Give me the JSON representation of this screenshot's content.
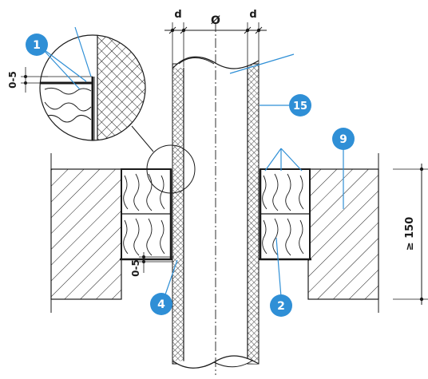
{
  "dimensions": {
    "wall_thickness_left": "d",
    "pipe_diameter": "Ø",
    "wall_thickness_right": "d",
    "gap_detail": "0-5",
    "gap_lower": "0-5",
    "slab_thickness": "≥ 150"
  },
  "callouts": [
    {
      "id": "1",
      "color": "#2f8fd6"
    },
    {
      "id": "15",
      "color": "#2f8fd6"
    },
    {
      "id": "9",
      "color": "#2f8fd6"
    },
    {
      "id": "4",
      "color": "#2f8fd6"
    },
    {
      "id": "2",
      "color": "#2f8fd6"
    }
  ],
  "colors": {
    "line": "#1a1a1a",
    "leader": "#2f8fd6",
    "callout": "#2f8fd6"
  }
}
